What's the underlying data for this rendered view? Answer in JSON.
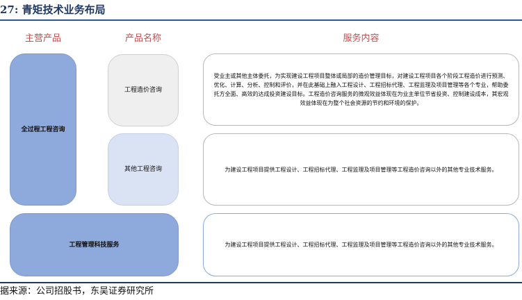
{
  "title": "27: 青矩技术业务布局",
  "headers": {
    "main_product": "主营产品",
    "product_name": "产品名称",
    "service_content": "服务内容"
  },
  "rows": [
    {
      "main_product": "全过程工程咨询",
      "product_name": "工程造价咨询",
      "service": "受业主或其他主体委托，为实现建设工程项目整体或局部的造价管理目标，对建设工程项目各个阶段工程造价进行预测、优化、计算、分析、控制和评价，并在此基础上融入工程设计、工程招标代理、工程监理及项目管理等各个专业，帮助委托方全面、高效的达成投资建设目标。工程造价咨询服务的微观效益体现在为业主单位节省投资、控制建设成本，其宏观效益体现在为整个社会资源的节约和环境的保护。"
    },
    {
      "product_name": "其他工程咨询",
      "service": "为建设工程项目提供工程设计、工程招标代理、工程监理及项目管理等工程造价咨询以外的其他专业技术服务。"
    },
    {
      "main_product": "工程管理科技服务",
      "service": "为建设工程项目提供工程设计、工程招标代理、工程监理及项目管理等工程造价咨询以外的其他专业技术服务。"
    }
  ],
  "source": "据来源：公司招股书，东吴证券研究所"
}
